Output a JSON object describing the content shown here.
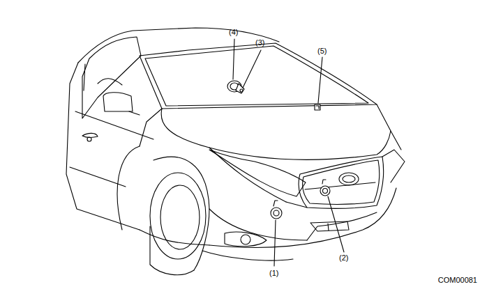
{
  "diagram": {
    "labels": [
      "(1)",
      "(2)",
      "(3)",
      "(4)",
      "(5)",
      "COM00081"
    ]
  }
}
